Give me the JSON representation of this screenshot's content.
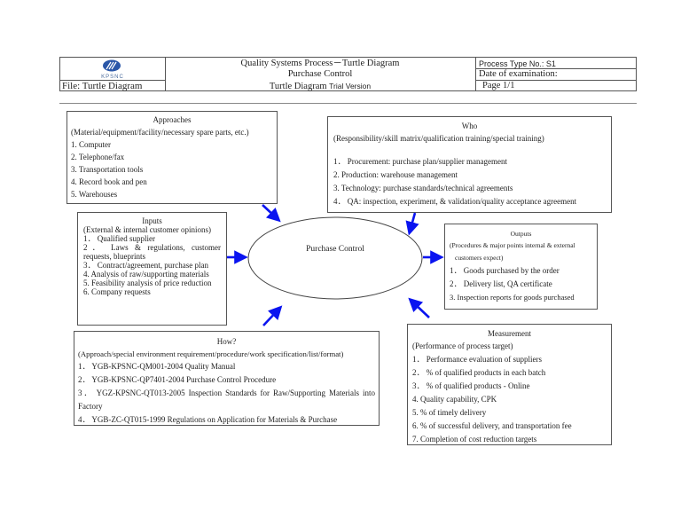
{
  "header": {
    "logo_text": "KPSNC",
    "file_label": "File: Turtle Diagram",
    "title_line1": "Quality Systems Process－Turtle Diagram",
    "title_line2": "Purchase Control",
    "title_line3_main": "Turtle Diagram",
    "title_line3_suffix": "Trial Version",
    "process_type": "Process Type No.: S1",
    "date_label": "Date of examination:",
    "page": "Page 1/1"
  },
  "approaches": {
    "title": "Approaches",
    "subtitle": "(Material/equipment/facility/necessary spare parts, etc.)",
    "items": [
      "1. Computer",
      "2. Telephone/fax",
      "3. Transportation tools",
      "4. Record book and pen",
      "5. Warehouses"
    ]
  },
  "who": {
    "title": "Who",
    "subtitle": "(Responsibility/skill matrix/qualification training/special training)",
    "items": [
      "1． Procurement: purchase plan/supplier management",
      "2. Production: warehouse management",
      "3. Technology: purchase standards/technical agreements",
      "4． QA: inspection, experiment, & validation/quality acceptance agreement"
    ]
  },
  "inputs": {
    "title": "Inputs",
    "subtitle": "(External & internal customer opinions)",
    "items": [
      "1． Qualified supplier",
      "2． Laws & regulations, customer requests, blueprints",
      "3． Contract/agreement, purchase plan",
      "4. Analysis of raw/supporting materials",
      "5. Feasibility analysis of price reduction",
      "6. Company requests"
    ]
  },
  "center": {
    "label": "Purchase Control"
  },
  "outputs": {
    "title": "Outputs",
    "subtitle_line1": "(Procedures & major points internal & external",
    "subtitle_line2": "customers expect)",
    "items": [
      "1． Goods purchased by the order",
      "2． Delivery list, QA certificate",
      "3. Inspection reports for goods purchased"
    ]
  },
  "how": {
    "title": "How?",
    "subtitle": "(Approach/special environment requirement/procedure/work specification/list/format)",
    "items": [
      "1． YGB-KPSNC-QM001-2004 Quality Manual",
      "2． YGB-KPSNC-QP7401-2004 Purchase Control Procedure",
      "3． YGZ-KPSNC-QT013-2005 Inspection Standards for Raw/Supporting Materials into Factory",
      "4． YGB-ZC-QT015-1999 Regulations on Application for Materials & Purchase"
    ]
  },
  "measurement": {
    "title": "Measurement",
    "subtitle": "(Performance of process target)",
    "items": [
      "1． Performance evaluation of suppliers",
      "2． % of qualified products in each batch",
      "3． % of qualified products - Online",
      "4. Quality capability, CPK",
      "5. % of timely delivery",
      "6. % of successful delivery, and transportation fee",
      "7. Completion of cost reduction targets"
    ]
  },
  "colors": {
    "arrow": "#0a14f0",
    "border": "#555555",
    "logo": "#2a57a8"
  }
}
